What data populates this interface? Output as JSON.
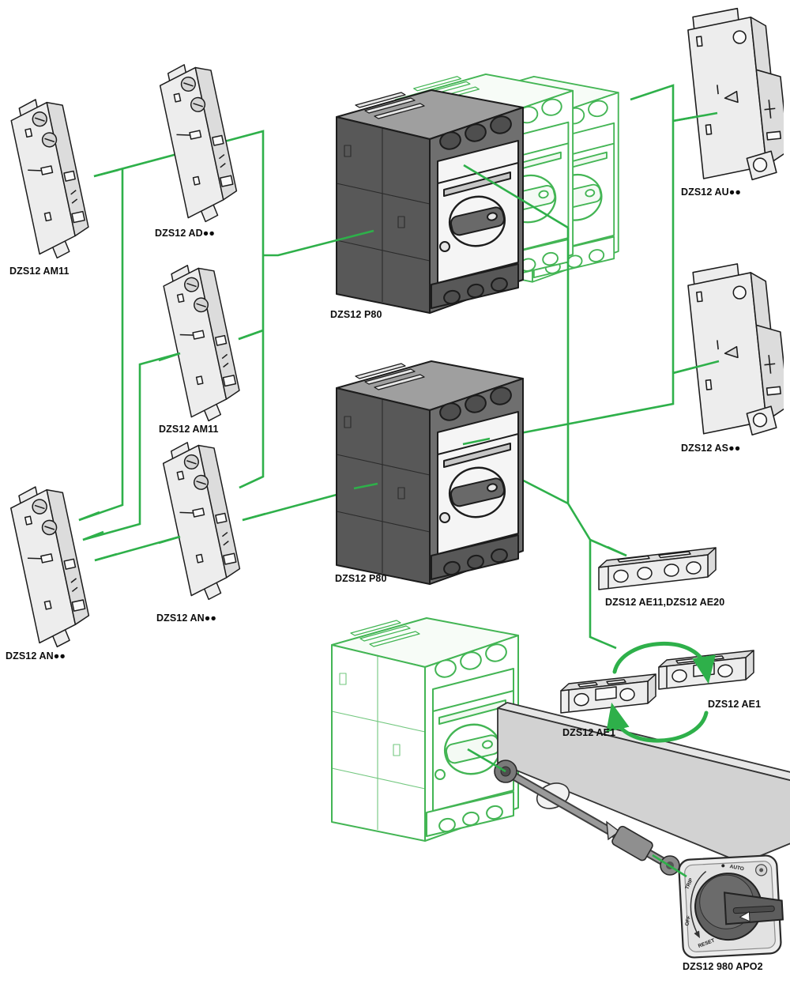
{
  "diagram": {
    "labels": {
      "am11_top": "DZS12 AM11",
      "ad": "DZS12 AD●●",
      "am11_mid": "DZS12 AM11",
      "an_mid": "DZS12 AN●●",
      "an_left": "DZS12 AN●●",
      "p80_top": "DZS12 P80",
      "p80_mid": "DZS12 P80",
      "au": "DZS12 AU●●",
      "as": "DZS12 AS●●",
      "ae11_ae20": "DZS12 AE11,DZS12 AE20",
      "ae1_left": "DZS12 AE1",
      "ae1_right": "DZS12 AE1",
      "apo2": "DZS12 980 APO2"
    },
    "apo2_markings": {
      "auto": "AUTO",
      "trip": "TRIP",
      "off": "OFF",
      "reset": "RESET"
    },
    "colors": {
      "connector_green": "#2eb04a",
      "ghost_green": "#43b554",
      "outline": "#1c1c1c"
    }
  }
}
